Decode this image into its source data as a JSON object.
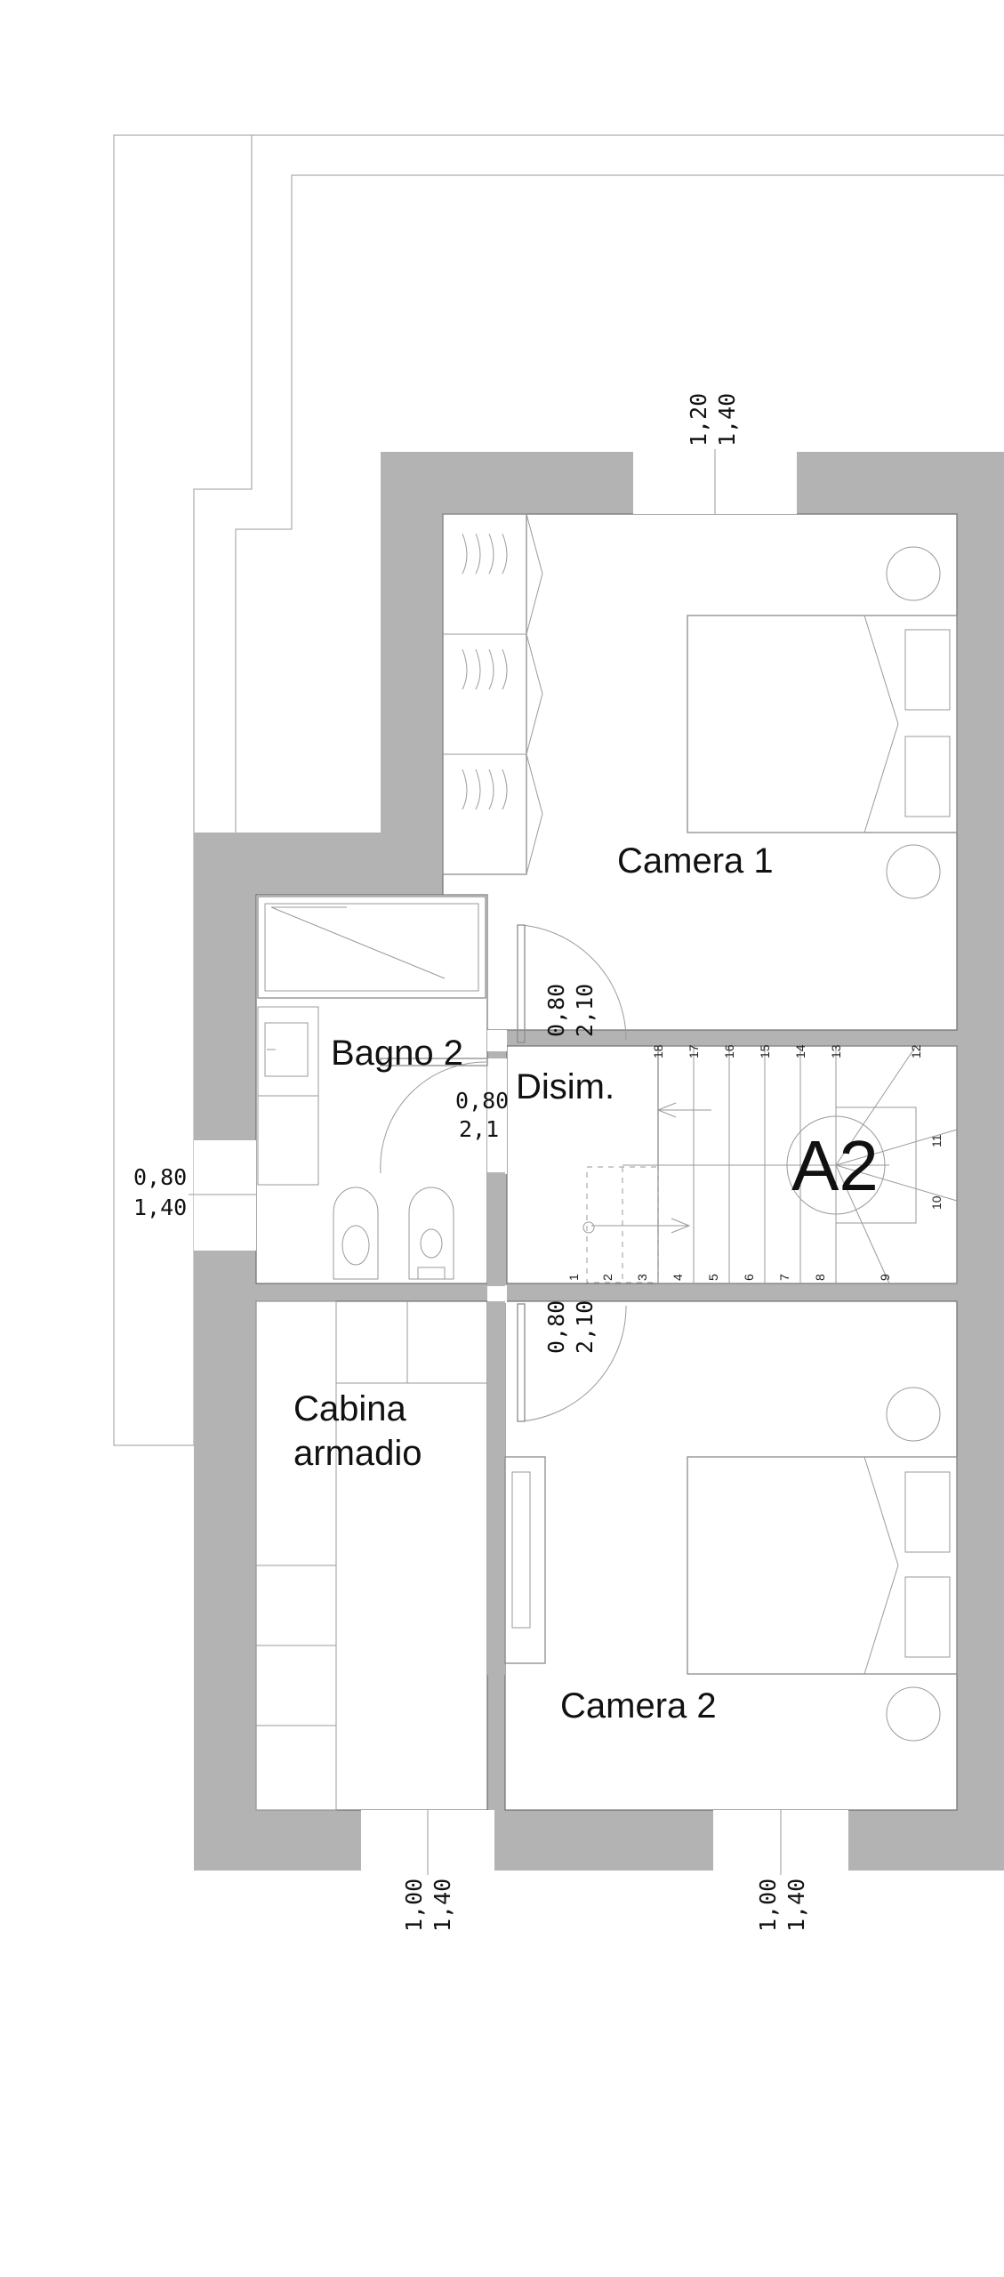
{
  "rooms": {
    "camera1": "Camera 1",
    "bagno2": "Bagno 2",
    "disim": "Disim.",
    "cabina_line1": "Cabina",
    "cabina_line2": "armadio",
    "camera2": "Camera 2"
  },
  "stair_label": "A2",
  "stair_steps": [
    "1",
    "2",
    "3",
    "4",
    "5",
    "6",
    "7",
    "8",
    "9",
    "10",
    "11",
    "12",
    "13",
    "14",
    "15",
    "16",
    "17",
    "18"
  ],
  "dimensions": {
    "window_top": [
      "1,20",
      "1,40"
    ],
    "window_left": [
      "0,80",
      "1,40"
    ],
    "door_camera1": [
      "0,80",
      "2,10"
    ],
    "door_bagno2": [
      "0,80",
      "2,1"
    ],
    "door_camera2": [
      "0,80",
      "2,10"
    ],
    "window_bottom_left": [
      "1,00",
      "1,40"
    ],
    "window_bottom_right": [
      "1,00",
      "1,40"
    ]
  }
}
